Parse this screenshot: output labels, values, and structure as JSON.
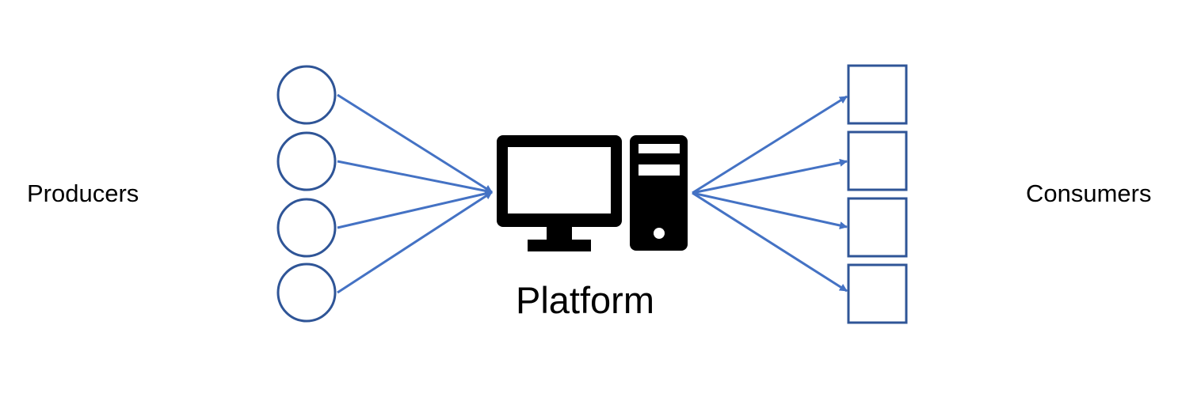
{
  "labels": {
    "producers": "Producers",
    "platform": "Platform",
    "consumers": "Consumers"
  },
  "colors": {
    "node_stroke": "#2f5597",
    "arrow": "#4472c4",
    "computer": "#000000",
    "background": "#ffffff"
  },
  "icons": {
    "platform": "computer-icon"
  }
}
